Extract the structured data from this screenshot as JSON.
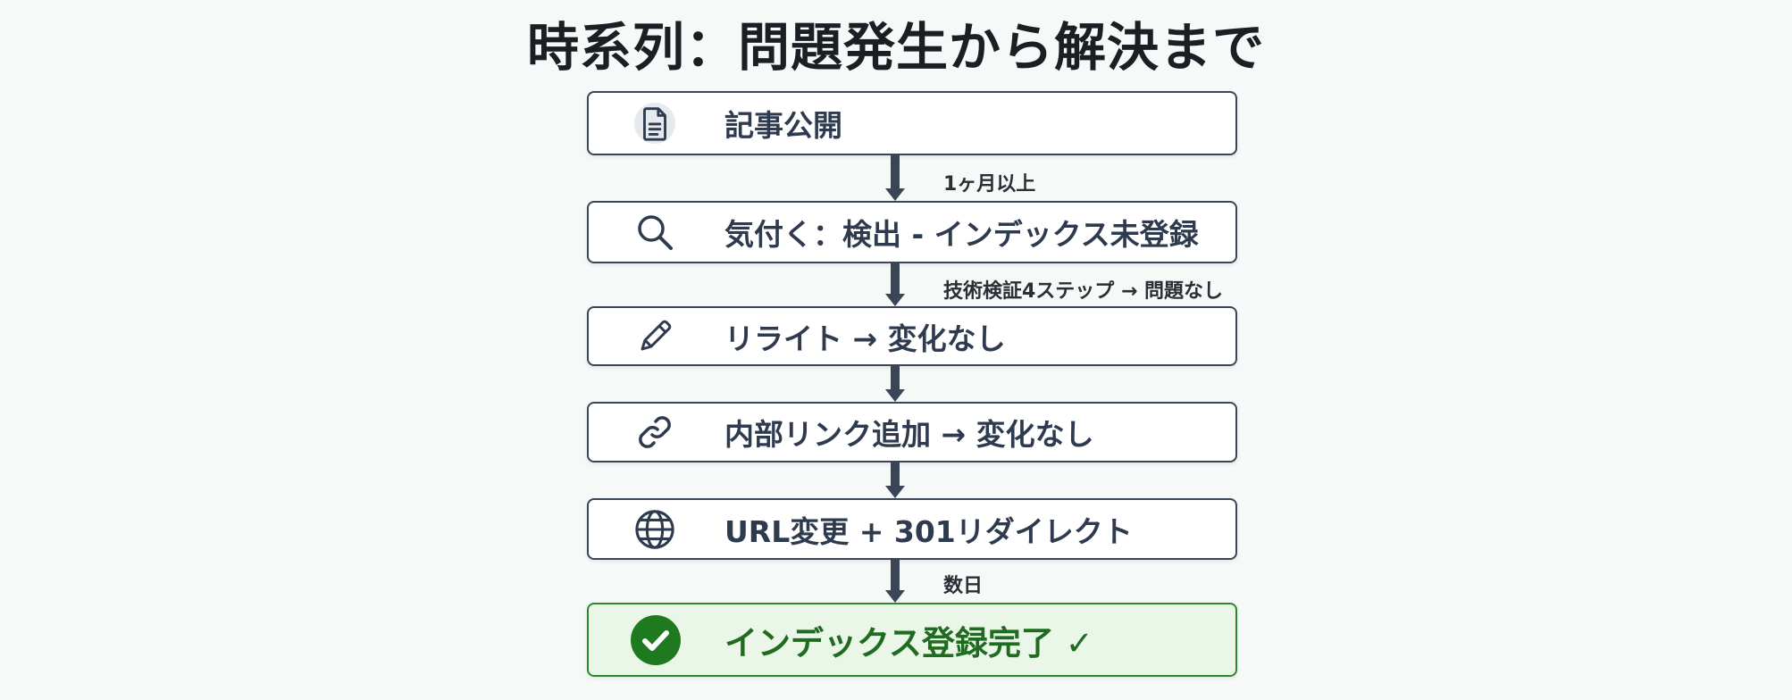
{
  "title": "時系列：問題発生から解決まで",
  "colors": {
    "box_border": "#3a4556",
    "text": "#2e3b4e",
    "success_border": "#2a8a2a",
    "success_fill": "#eaf6e8",
    "success_text": "#1f6b1f"
  },
  "steps": [
    {
      "label": "記事公開",
      "icon": "document-icon"
    },
    {
      "label": "気付く：検出 - インデックス未登録",
      "icon": "search-icon"
    },
    {
      "label": "リライト → 変化なし",
      "icon": "pencil-icon"
    },
    {
      "label": "内部リンク追加 → 変化なし",
      "icon": "link-icon"
    },
    {
      "label": "URL変更 + 301リダイレクト",
      "icon": "globe-icon"
    },
    {
      "label": "インデックス登録完了 ✓",
      "icon": "check-circle-icon"
    }
  ],
  "notes": [
    "1ヶ月以上",
    "技術検証4ステップ → 問題なし",
    "",
    "",
    "数日"
  ]
}
